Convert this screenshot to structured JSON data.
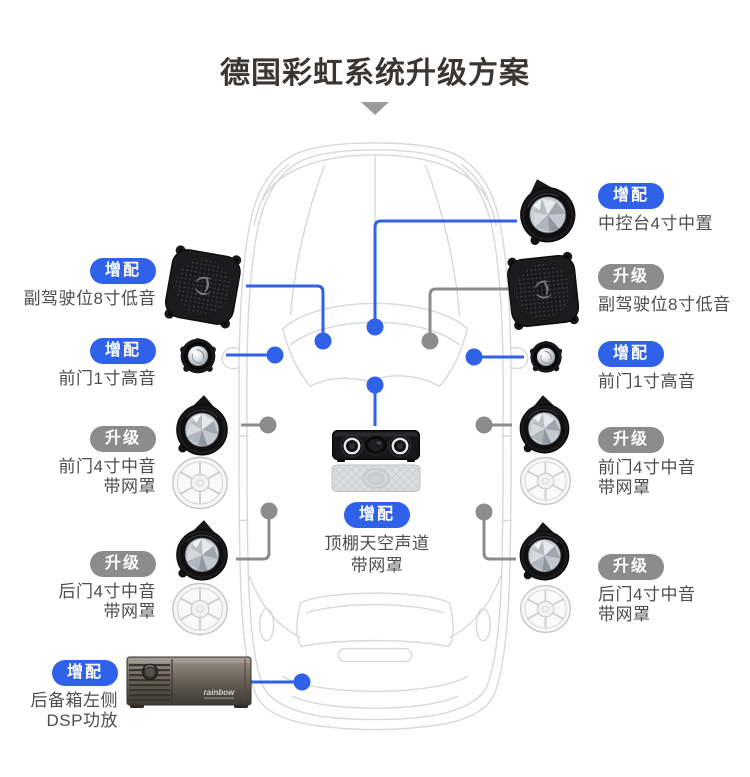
{
  "page": {
    "title": "德国彩虹系统升级方案"
  },
  "brand": {
    "amp_logo": "rainbow"
  },
  "colors": {
    "accent_blue": "#2F62E8",
    "badge_gray": "#8C8C8C",
    "car_outline": "#D6D8DA",
    "title_text": "#3A3633",
    "label_text": "#4D4D4D"
  },
  "callouts": {
    "left": [
      {
        "badge": "增配",
        "kind": "add",
        "line1": "副驾驶位8寸低音",
        "line2": ""
      },
      {
        "badge": "增配",
        "kind": "add",
        "line1": "前门1寸高音",
        "line2": ""
      },
      {
        "badge": "升级",
        "kind": "upgrade",
        "line1": "前门4寸中音",
        "line2": "带网罩"
      },
      {
        "badge": "升级",
        "kind": "upgrade",
        "line1": "后门4寸中音",
        "line2": "带网罩"
      },
      {
        "badge": "增配",
        "kind": "add",
        "line1": "后备箱左侧",
        "line2": "DSP功放"
      }
    ],
    "right": [
      {
        "badge": "增配",
        "kind": "add",
        "line1": "中控台4寸中置",
        "line2": ""
      },
      {
        "badge": "升级",
        "kind": "upgrade",
        "line1": "副驾驶位8寸低音",
        "line2": ""
      },
      {
        "badge": "增配",
        "kind": "add",
        "line1": "前门1寸高音",
        "line2": ""
      },
      {
        "badge": "升级",
        "kind": "upgrade",
        "line1": "前门4寸中音",
        "line2": "带网罩"
      },
      {
        "badge": "升级",
        "kind": "upgrade",
        "line1": "后门4寸中音",
        "line2": "带网罩"
      }
    ],
    "center": {
      "badge": "增配",
      "kind": "add",
      "line1": "顶棚天空声道",
      "line2": "带网罩"
    }
  }
}
